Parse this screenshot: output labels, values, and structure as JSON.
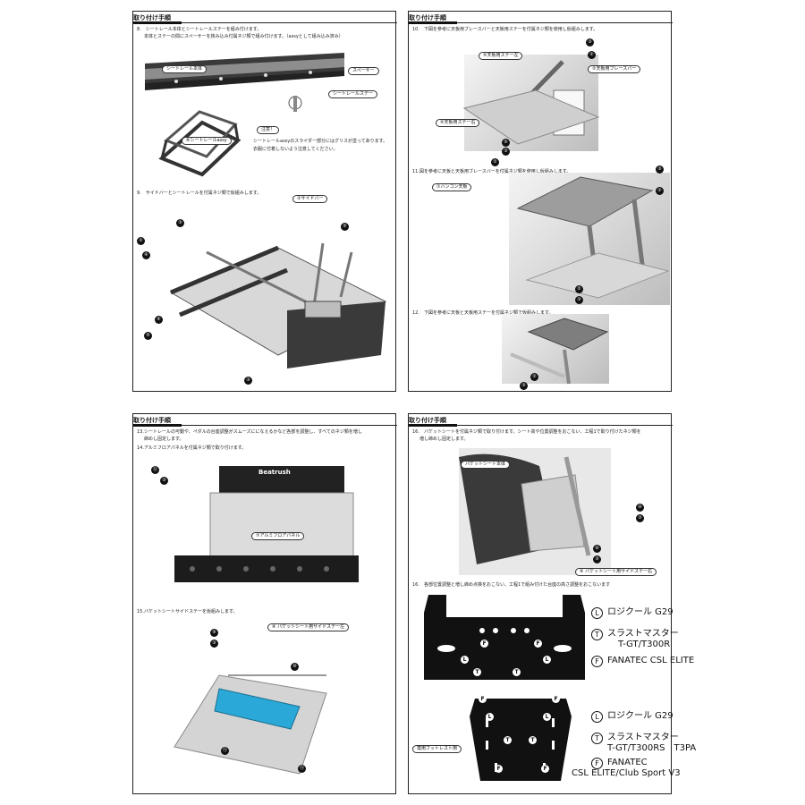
{
  "panels": {
    "p1": {
      "header": "取り付け手順"
    },
    "p2": {
      "header": "取り付け手順"
    },
    "p3": {
      "header": "取り付け手順"
    },
    "p4": {
      "header": "取り付け手順"
    }
  },
  "steps": {
    "s8_line1": "8.　シートレール本体とシートレールステーを組み付けます。",
    "s8_line2": "本体とステーの間にスペーサーを挟み込み付属ネジ類で組み付けます。（assyとして組み込み済み）",
    "s8_note_title": "注意！",
    "s8_note_line1": "シートレールassyのスライダー部分にはグリスが塗ってあります。",
    "s8_note_line2": "衣服に付着しないよう注意してください。",
    "s9": "9.　サイドバーとシートレールを付属ネジ類で仮組みします。",
    "s10": "10.　下図を参考に天板用ブレースバーと天板用ステーを付属ネジ類を使用し仮組みします。",
    "s11": "11.図を参考に天板と天板用ブレースバーを付属ネジ類を使用し仮組みします。",
    "s12": "12.　下図を参考に天板と天板用ステーを付属ネジ類で仮組みします。",
    "s13_line1": "13.シートレールの可動や、ペダルの台座調整がスムーズにになえるかなど各部を調整し、すべてのネジ類を増し",
    "s13_line2": "締めし固定します。",
    "s14": "14.アルミフロアパネルを付属ネジ類で取り付けます。",
    "s15": "15.バケットシートサイドステーを仮組みします。",
    "s16a_line1": "16.　バケットシートを付属ネジ類で取り付けます。シート高や位置調整をおこない、工程1で取り付けたネジ類を",
    "s16a_line2": "増し締めし固定します。",
    "s16b": "16.　各部位置調整と増し締め点検をおこない、工程1で組み付けた台座の高さ調整をおこないます"
  },
  "callouts": {
    "seat_rail_body": "シートレール本体",
    "spacer": "スペーサー",
    "seat_rail_stay": "シートレールステー",
    "seat_rail_assy": "⑥シートレールassy",
    "side_bar": "③サイドバー",
    "top_stay_left": "⑤天板用ステー左",
    "top_brace_bar": "②天板用ブレースバー",
    "top_stay_right": "⑤天板用ステー右",
    "handle_top_plate": "①ハンコン天板",
    "aluminum_floor_panel": "⑦アルミフロアパネル",
    "bucket_side_stay_1": "⑧ バケットシート用サイドステー左",
    "bucket_seat_body": "バケットシート本体",
    "bucket_side_stay_2": "⑧ バケットシート用サイドステー右",
    "footrest": "専用フットレスト用"
  },
  "photo_texts": {
    "brand": "Beatrush"
  },
  "legend_top": [
    {
      "badge": "L",
      "lines": [
        "ロジクール G29"
      ]
    },
    {
      "badge": "T",
      "lines": [
        "スラストマスター",
        "T-GT/T300R"
      ]
    },
    {
      "badge": "F",
      "lines": [
        "FANATEC CSL ELITE"
      ]
    }
  ],
  "legend_bottom": [
    {
      "badge": "L",
      "lines": [
        "ロジクール G29"
      ]
    },
    {
      "badge": "T",
      "lines": [
        "スラストマスター",
        "T-GT/T300RS　T3PA"
      ]
    },
    {
      "badge": "F",
      "lines": [
        "FANATEC",
        "CSL ELITE/Club Sport V3"
      ]
    }
  ],
  "part_numbers": [
    "②",
    "③",
    "④",
    "⑤",
    "⑨",
    "⑩",
    "⑪",
    "⑫"
  ],
  "plate_marks": [
    "L",
    "T",
    "F"
  ]
}
